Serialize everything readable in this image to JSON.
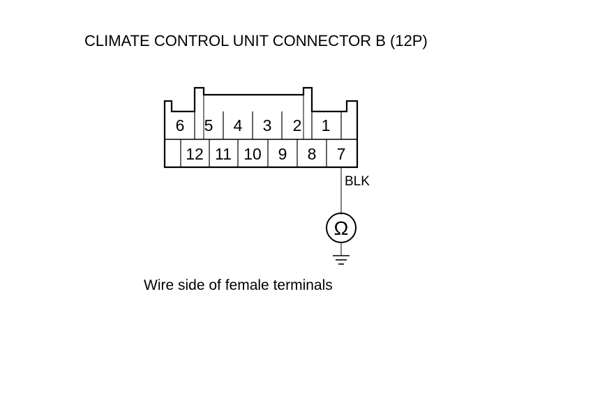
{
  "diagram": {
    "title": "CLIMATE CONTROL UNIT CONNECTOR B (12P)",
    "caption": "Wire side of female terminals",
    "connector": {
      "top_row": [
        "6",
        "5",
        "4",
        "3",
        "2",
        "1"
      ],
      "bottom_row": [
        "12",
        "11",
        "10",
        "9",
        "8",
        "7"
      ]
    },
    "wire": {
      "terminal": "7",
      "color_label": "BLK"
    },
    "meter_symbol": "Ω",
    "meter_icon": "ohmmeter-icon",
    "ground_icon": "ground-icon"
  }
}
